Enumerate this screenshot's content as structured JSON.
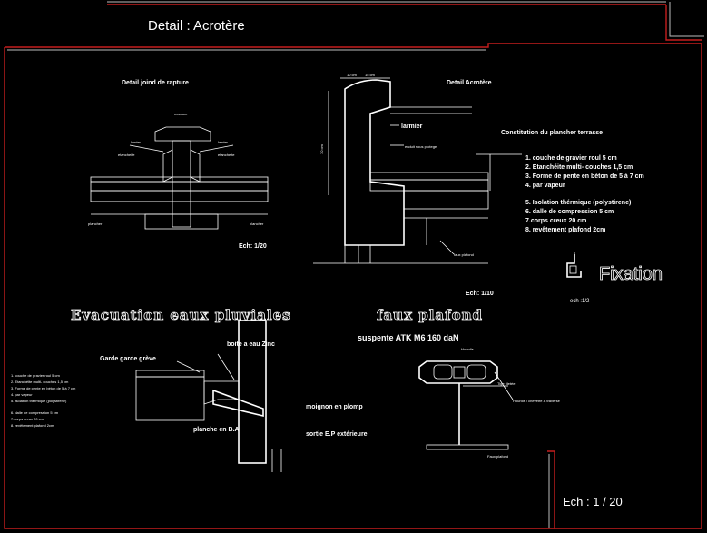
{
  "title": "Detail  : Acrotère",
  "joint": {
    "title": "Detail    joind de rapture",
    "scale": "Ech: 1/20",
    "label_left": "lamier",
    "label_right": "lamier",
    "label_top": "moulure",
    "label_mid_left": "etancheite",
    "label_mid_right": "etancheite",
    "label_bottom_left": "plancher",
    "label_bottom_right": "plancher"
  },
  "acrotere": {
    "title": "Detail   Acrotère",
    "dim_left": "10 cm",
    "dim_right": "15 cm",
    "dim_vertical": "70 cm",
    "label_larmier": "larmier",
    "label_enduit": "enduit sous protege",
    "label_faux": "faux plafond",
    "scale": "Ech: 1/10"
  },
  "constitution": {
    "title": "Constitution du  plancher terrasse",
    "items": [
      "1. couche de gravier roul 5 cm",
      "2. Etanchéite multi- couches 1,5 cm",
      "3. Forme de pente en béton de 5 à 7 cm",
      "4. par vapeur",
      "5. Isolation thérmique (polystirene)",
      "6. dalle de compression 5 cm",
      "7.corps creux 20 cm",
      "8. revêtement plafond  2cm"
    ]
  },
  "fixation": {
    "label": "Fixation",
    "scale": "ech :1/2"
  },
  "evacuation": {
    "title": "Evacuation eaux  pluviales",
    "label_boite": "boite a eau Zinc",
    "label_garde": "Garde garde grève",
    "label_moignon": "moignon en plomp",
    "label_sortie": "sortie E.P extérieure",
    "label_planche": "planche en B.A",
    "items": [
      "1. couche de gravier roul 5 cm",
      "2. Etanchéite multi- couches 1,5 cm",
      "3. Forme de pente en béton de 5 à 7 cm",
      "4. par vapeur",
      "5. Isolation thérmique (polystirene)",
      "6. dalle de compression 5 cm",
      "7.corps creux 20 cm",
      "8. revêtement plafond  2cm"
    ]
  },
  "faux_plafond": {
    "title": "faux plafond",
    "suspente": "suspente    ATK M6  160 daN",
    "label_top": "Hourdis",
    "label_tige": "Tige filetée",
    "label_right": "Hourdis / chevêtre & traverse",
    "label_bottom": "Faux plafond"
  },
  "scale_main": "Ech : 1 / 20"
}
